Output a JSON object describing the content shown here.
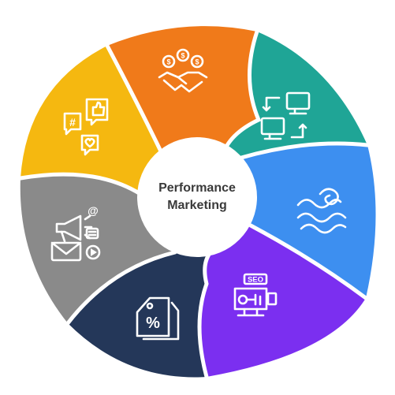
{
  "diagram": {
    "center": {
      "line1": "Performance",
      "line2": "Marketing"
    },
    "segments": [
      {
        "id": "affiliate",
        "icon": "handshake-money-icon",
        "color": "#F07A1A"
      },
      {
        "id": "automation",
        "icon": "monitors-exchange-icon",
        "color": "#1FA596"
      },
      {
        "id": "native",
        "icon": "waves-icon",
        "color": "#3D8FF0"
      },
      {
        "id": "seo",
        "icon": "seo-monitor-icon",
        "color": "#7B2FF0",
        "badge": "SEO"
      },
      {
        "id": "discount",
        "icon": "percent-tag-icon",
        "color": "#243759",
        "symbol": "%"
      },
      {
        "id": "email",
        "icon": "megaphone-email-icon",
        "color": "#8A8A8A",
        "symbol": "@"
      },
      {
        "id": "social",
        "icon": "social-bubbles-icon",
        "color": "#F5B810",
        "symbol": "#"
      }
    ]
  }
}
